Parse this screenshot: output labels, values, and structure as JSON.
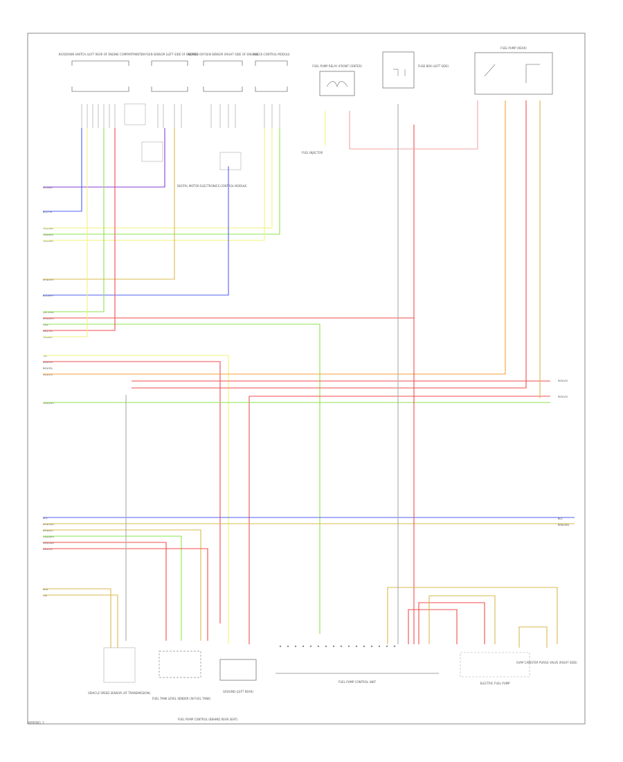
{
  "page": {
    "ref": "WIRING 1"
  },
  "colors": {
    "violet": "#8a3bd4",
    "blue": "#4f5cf2",
    "yellow": "#f2f27a",
    "green": "#8be34f",
    "red": "#f24b4b",
    "orange": "#f5a038",
    "tan": "#d8b84c",
    "grey": "#aaaaaa",
    "black": "#555555",
    "pink": "#f2a5a5"
  },
  "components": {
    "kickdown_module": "KICKDOWN SWITCH (LEFT REAR OF ENGINE COMPARTMENT)",
    "oxygen_sensor_a": "OXYGEN SENSOR (LEFT SIDE OF ENGINE)",
    "oxygen_sensor_b": "HEATED OXYGEN SENSOR (RIGHT SIDE OF ENGINE)",
    "relay_module": "FUEL PUMP RELAY (FRONT CENTER)",
    "fuse_box": "FUSE BOX (LEFT SIDE)",
    "motor_unit": "FUEL PUMP (REAR)",
    "dme_control": "DIGITAL MOTOR ELECTRONICS CONTROL MODULE",
    "fuel_injector": "FUEL INJECTOR",
    "speed_sensor": "VEHICLE SPEED SENSOR (AT TRANSMISSION)",
    "fuel_tank_sensor": "FUEL TANK LEVEL SENDER (IN FUEL TANK)",
    "ground": "GROUND (LEFT REAR)",
    "fuel_pump_control": "FUEL PUMP CONTROL UNIT",
    "electric_fuel_pump": "ELECTRIC FUEL PUMP",
    "evap_valve": "EVAP CANISTER PURGE VALVE (RIGHT SIDE)",
    "check_module": "CHECK CONTROL MODULE",
    "terminal_ref": "FUEL PUMP CONTROL (BEHIND REAR SEAT)"
  },
  "wire_labels": {
    "w1": "VIO/WHT",
    "w2": "BLU/YEL",
    "w3": "YEL/GRN",
    "w4": "GRN/BLK",
    "w5": "YEL/GRN",
    "w6": "BRN/WHT",
    "w7": "BLU/WHT",
    "w8": "GRY/GRN",
    "w9": "RED/WHT",
    "w10": "GRN",
    "w11": "RED/YEL",
    "w12": "YEL/BLU",
    "w13": "YEL",
    "w14": "RED/VIO",
    "w15": "RED/YEL",
    "w16": "RED/VIO",
    "w17": "GRN/WHT",
    "w18": "BLU",
    "w19": "BRN/GRN",
    "w20": "BRN/BLU",
    "w21": "GRN/BRN",
    "w22": "RED/GRN",
    "w23": "RED/VIO",
    "w24": "BRN",
    "w25": "GRY"
  },
  "right_labels": {
    "r1": "RED/VIO",
    "r2": "RED/VIO",
    "r3": "BLU",
    "r4": "BRN/GRN"
  }
}
